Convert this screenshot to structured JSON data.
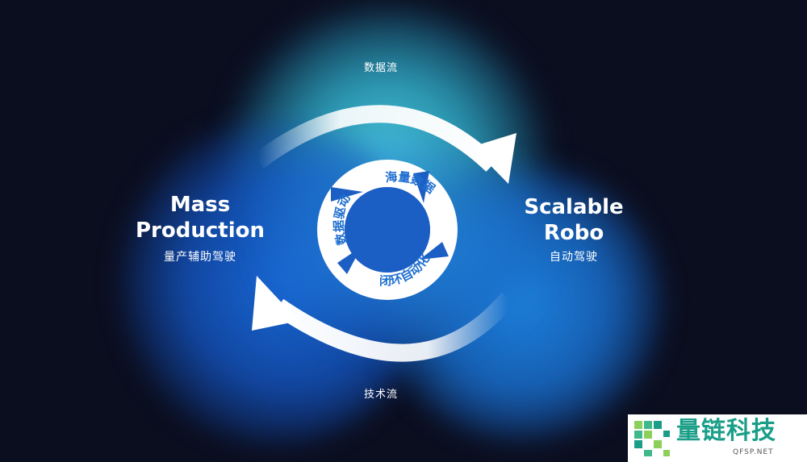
{
  "flows": {
    "top": "数据流",
    "bottom": "技术流"
  },
  "left": {
    "title_line1": "Mass",
    "title_line2": "Production",
    "subtitle": "量产辅助驾驶"
  },
  "right": {
    "title_line1": "Scalable",
    "title_line2": "Robo",
    "subtitle": "自动驾驶"
  },
  "inner_cycle": {
    "segments": [
      "海量数据",
      "闭环自动化",
      "数据驱动"
    ]
  },
  "watermark": {
    "text": "量链科技",
    "sub": "QFSP.NET"
  },
  "colors": {
    "background": "#0b0e1f",
    "glow_cyan": "#50d7eb",
    "glow_blue": "#1e87e6",
    "arrow": "#ffffff",
    "inner_text": "#1f6fd0",
    "watermark_green": "#1a9e88"
  }
}
